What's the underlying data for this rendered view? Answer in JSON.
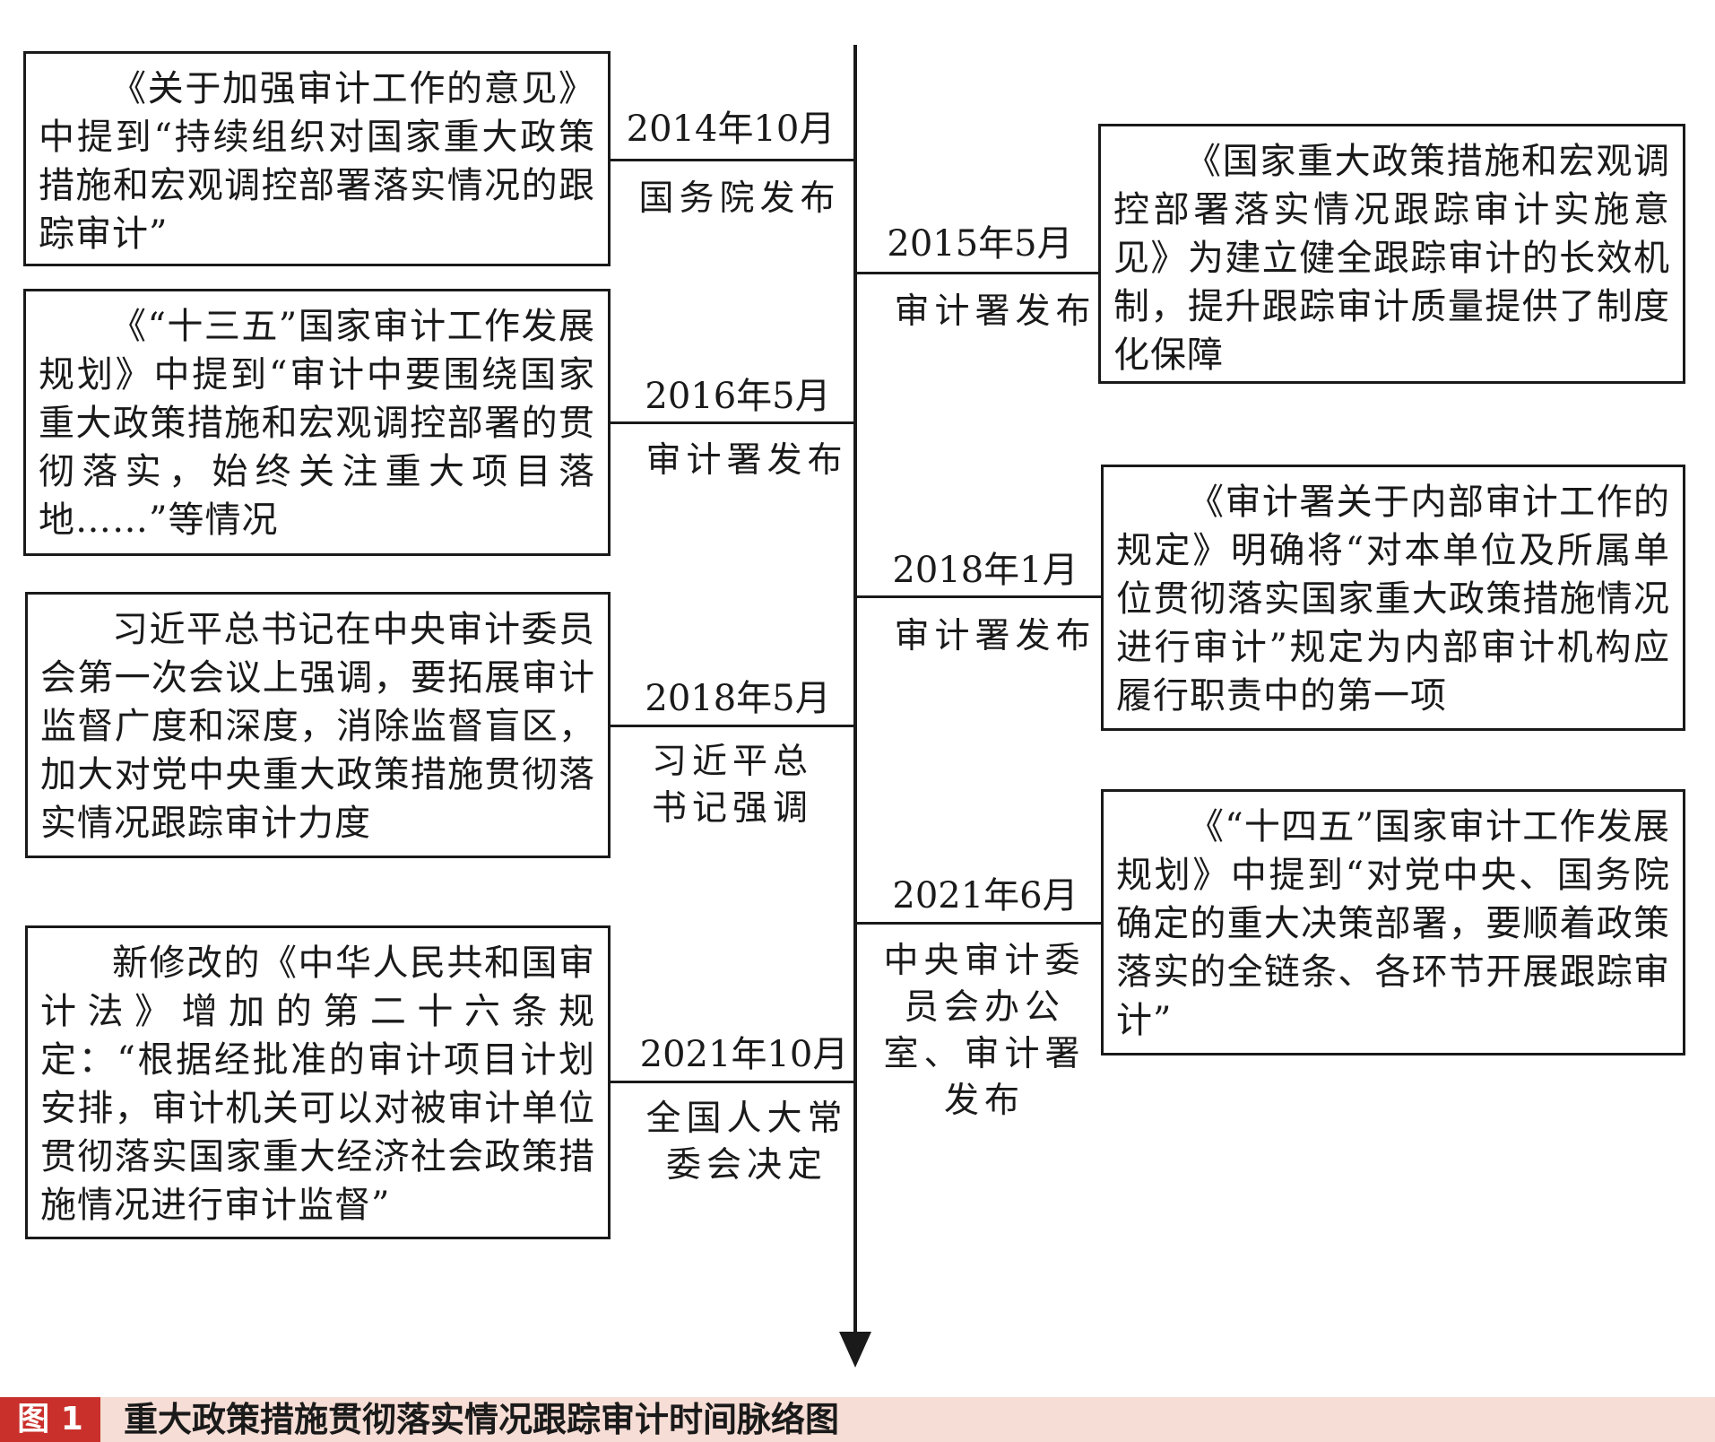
{
  "events": [
    {
      "date": "2014年10月",
      "publisher": "国务院发布",
      "text": "《关于加强审计工作的意见》中提到“持续组织对国家重大政策措施和宏观调控部署落实情况的跟踪审计”"
    },
    {
      "date": "2015年5月",
      "publisher": "审计署发布",
      "text": "《国家重大政策措施和宏观调控部署落实情况跟踪审计实施意见》为建立健全跟踪审计的长效机制，提升跟踪审计质量提供了制度化保障"
    },
    {
      "date": "2016年5月",
      "publisher": "审计署发布",
      "text": "《“十三五”国家审计工作发展规划》中提到“审计中要围绕国家重大政策措施和宏观调控部署的贯彻落实，始终关注重大项目落地……”等情况"
    },
    {
      "date": "2018年1月",
      "publisher": "审计署发布",
      "text": "《审计署关于内部审计工作的规定》明确将“对本单位及所属单位贯彻落实国家重大政策措施情况进行审计”规定为内部审计机构应履行职责中的第一项"
    },
    {
      "date": "2018年5月",
      "publisher": "习近平总书记强调",
      "text": "习近平总书记在中央审计委员会第一次会议上强调，要拓展审计监督广度和深度，消除监督盲区，加大对党中央重大政策措施贯彻落实情况跟踪审计力度"
    },
    {
      "date": "2021年6月",
      "publisher": "中央审计委员会办公室、审计署发布",
      "text": "《“十四五”国家审计工作发展规划》中提到“对党中央、国务院确定的重大决策部署，要顺着政策落实的全链条、各环节开展跟踪审计”"
    },
    {
      "date": "2021年10月",
      "publisher": "全国人大常委会决定",
      "text": "新修改的《中华人民共和国审计法》增加的第二十六条规定：“根据经批准的审计项目计划安排，审计机关可以对被审计单位贯彻落实国家重大经济社会政策措施情况进行审计监督”"
    }
  ],
  "caption": {
    "number": "图 1",
    "title": "重大政策措施贯彻落实情况跟踪审计时间脉络图"
  },
  "colors": {
    "caption_bg": "#f6ddd5",
    "caption_badge": "#c9302c"
  }
}
